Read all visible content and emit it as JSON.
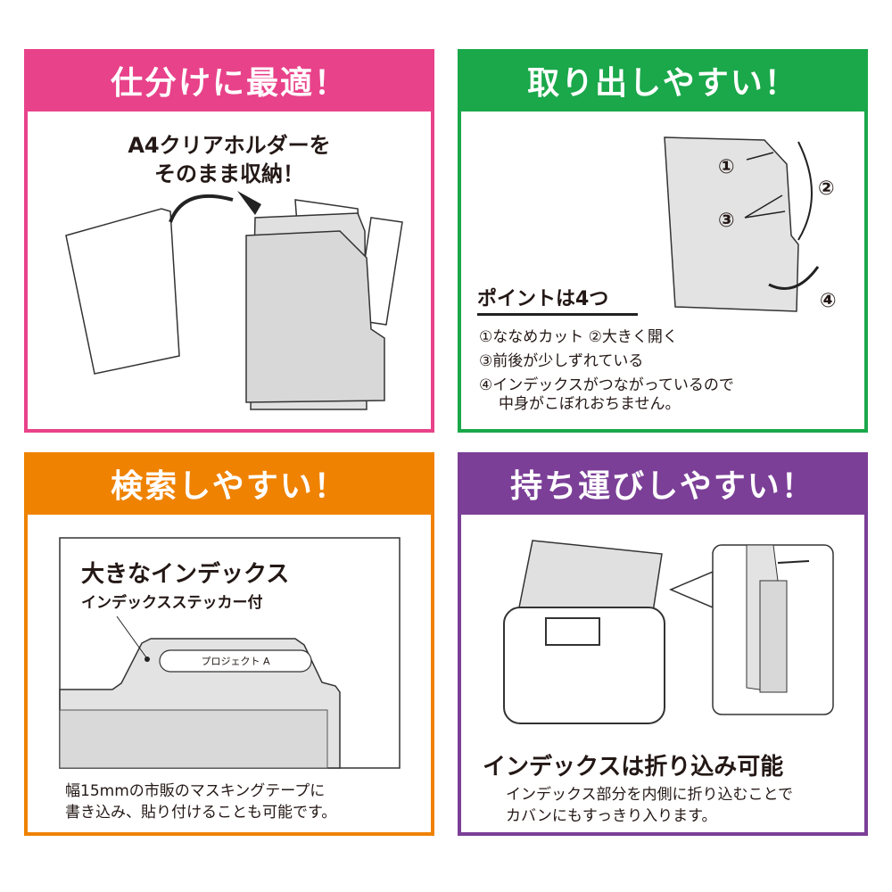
{
  "colors": {
    "pink": "#e8428a",
    "green": "#1aa84a",
    "orange": "#ef8200",
    "purple": "#7b3f97"
  },
  "panel1": {
    "title": "仕分けに最適！",
    "line1": "A4クリアホルダーを",
    "line2": "そのまま収納！"
  },
  "panel2": {
    "title": "取り出しやすい！",
    "points_heading": "ポイントは4つ",
    "items": [
      "①ななめカット ②大きく開く",
      "③前後が少しずれている",
      "④インデックスがつながっているので",
      "中身がこぼれおちません。"
    ],
    "markers": [
      "①",
      "②",
      "③",
      "④"
    ]
  },
  "panel3": {
    "title": "検索しやすい！",
    "heading": "大きなインデックス",
    "subheading": "インデックスステッカー付",
    "sticker": "プロジェクト A",
    "desc1": "幅15mmの市販のマスキングテープに",
    "desc2": "書き込み、貼り付けることも可能です。"
  },
  "panel4": {
    "title": "持ち運びしやすい！",
    "heading": "インデックスは折り込み可能",
    "desc1": "インデックス部分を内側に折り込むことで",
    "desc2": "カバンにもすっきり入ります。"
  }
}
